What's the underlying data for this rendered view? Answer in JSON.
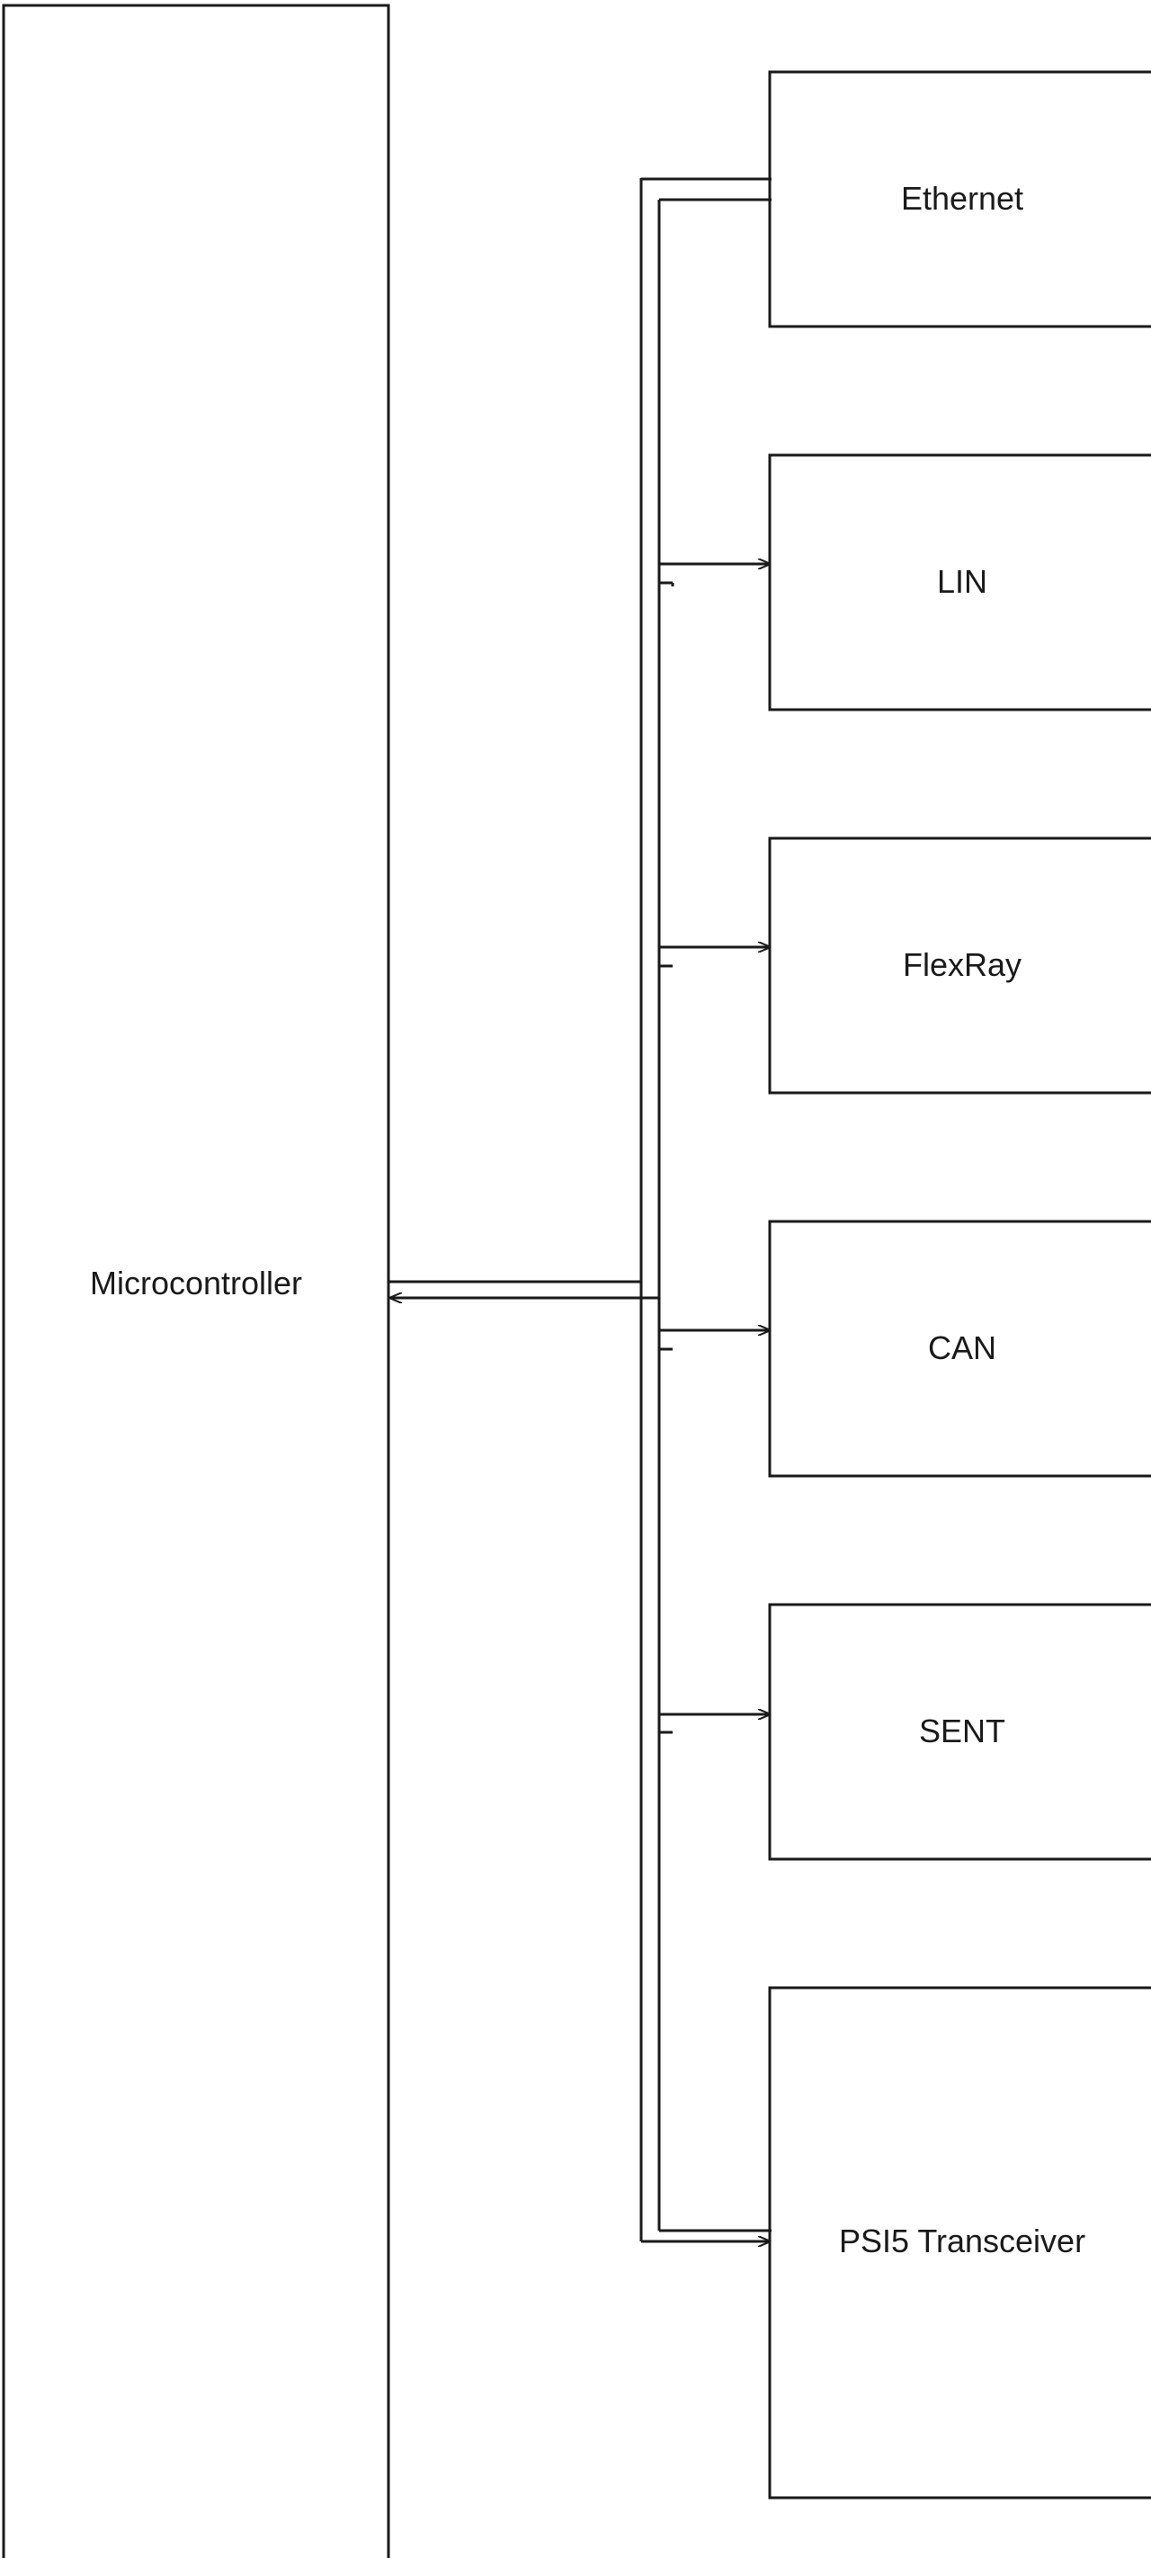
{
  "diagram": {
    "microcontroller": {
      "label": "Microcontroller"
    },
    "interfaces": [
      {
        "id": "ethernet",
        "label": "Ethernet"
      },
      {
        "id": "lin",
        "label": "LIN"
      },
      {
        "id": "flexray",
        "label": "FlexRay"
      },
      {
        "id": "can",
        "label": "CAN"
      },
      {
        "id": "sent",
        "label": "SENT"
      },
      {
        "id": "psi5",
        "label": "PSI5 Transceiver"
      }
    ],
    "colors": {
      "stroke": "#1a1a1a",
      "background": "#ffffff"
    }
  }
}
